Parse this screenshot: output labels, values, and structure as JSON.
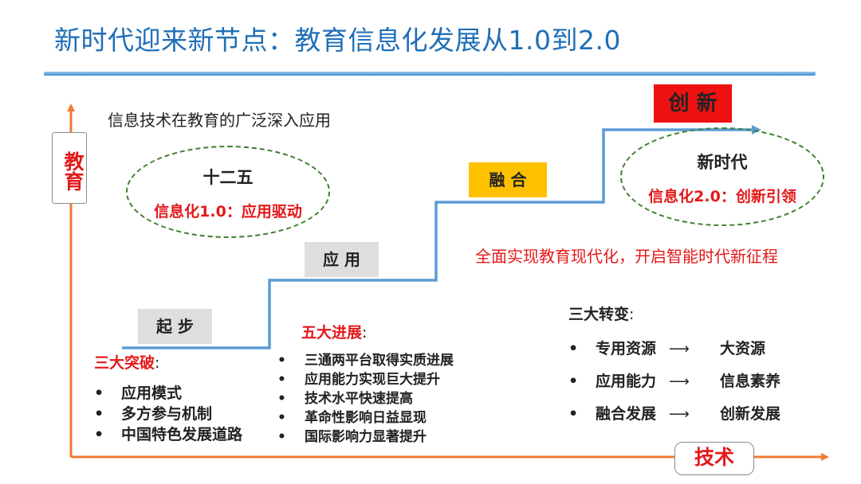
{
  "title": "新时代迎来新节点：教育信息化发展从1.0到2.0",
  "axes": {
    "y_label": "教育",
    "x_label": "技术"
  },
  "intro_text": "信息技术在教育的广泛深入应用",
  "stages": [
    {
      "label": "起 步"
    },
    {
      "label": "应 用"
    },
    {
      "label": "融 合"
    },
    {
      "label": "创 新"
    }
  ],
  "ellipse_left": {
    "heading": "十二五",
    "sub": "信息化1.0：应用驱动"
  },
  "ellipse_right": {
    "heading": "新时代",
    "sub": "信息化2.0：创新引领"
  },
  "red_note": "全面实现教育现代化，开启智能时代新征程",
  "section_breakthroughs": {
    "title": "三大突破",
    "colon": ":",
    "items": [
      "应用模式",
      "多方参与机制",
      "中国特色发展道路"
    ]
  },
  "section_progress": {
    "title": "五大进展",
    "colon": ":",
    "items": [
      "三通两平台取得实质进展",
      "应用能力实现巨大提升",
      "技术水平快速提高",
      "革命性影响日益显现",
      "国际影响力显著提升"
    ]
  },
  "section_changes": {
    "title": "三大转变",
    "colon": ":",
    "items": [
      {
        "from": "专用资源",
        "to": "大资源"
      },
      {
        "from": "应用能力",
        "to": "信息素养"
      },
      {
        "from": "融合发展",
        "to": "创新发展"
      }
    ]
  },
  "bullet": "•",
  "arrow_glyph": "⟶",
  "colors": {
    "title_blue": "#1f6fb8",
    "axis_orange": "#ed7d31",
    "step_blue": "#5b9bd5",
    "red": "#e3191a",
    "ellipse_green": "#3f7f2f",
    "fusion_yellow": "#ffc000",
    "innovation_red": "#ee1111"
  }
}
